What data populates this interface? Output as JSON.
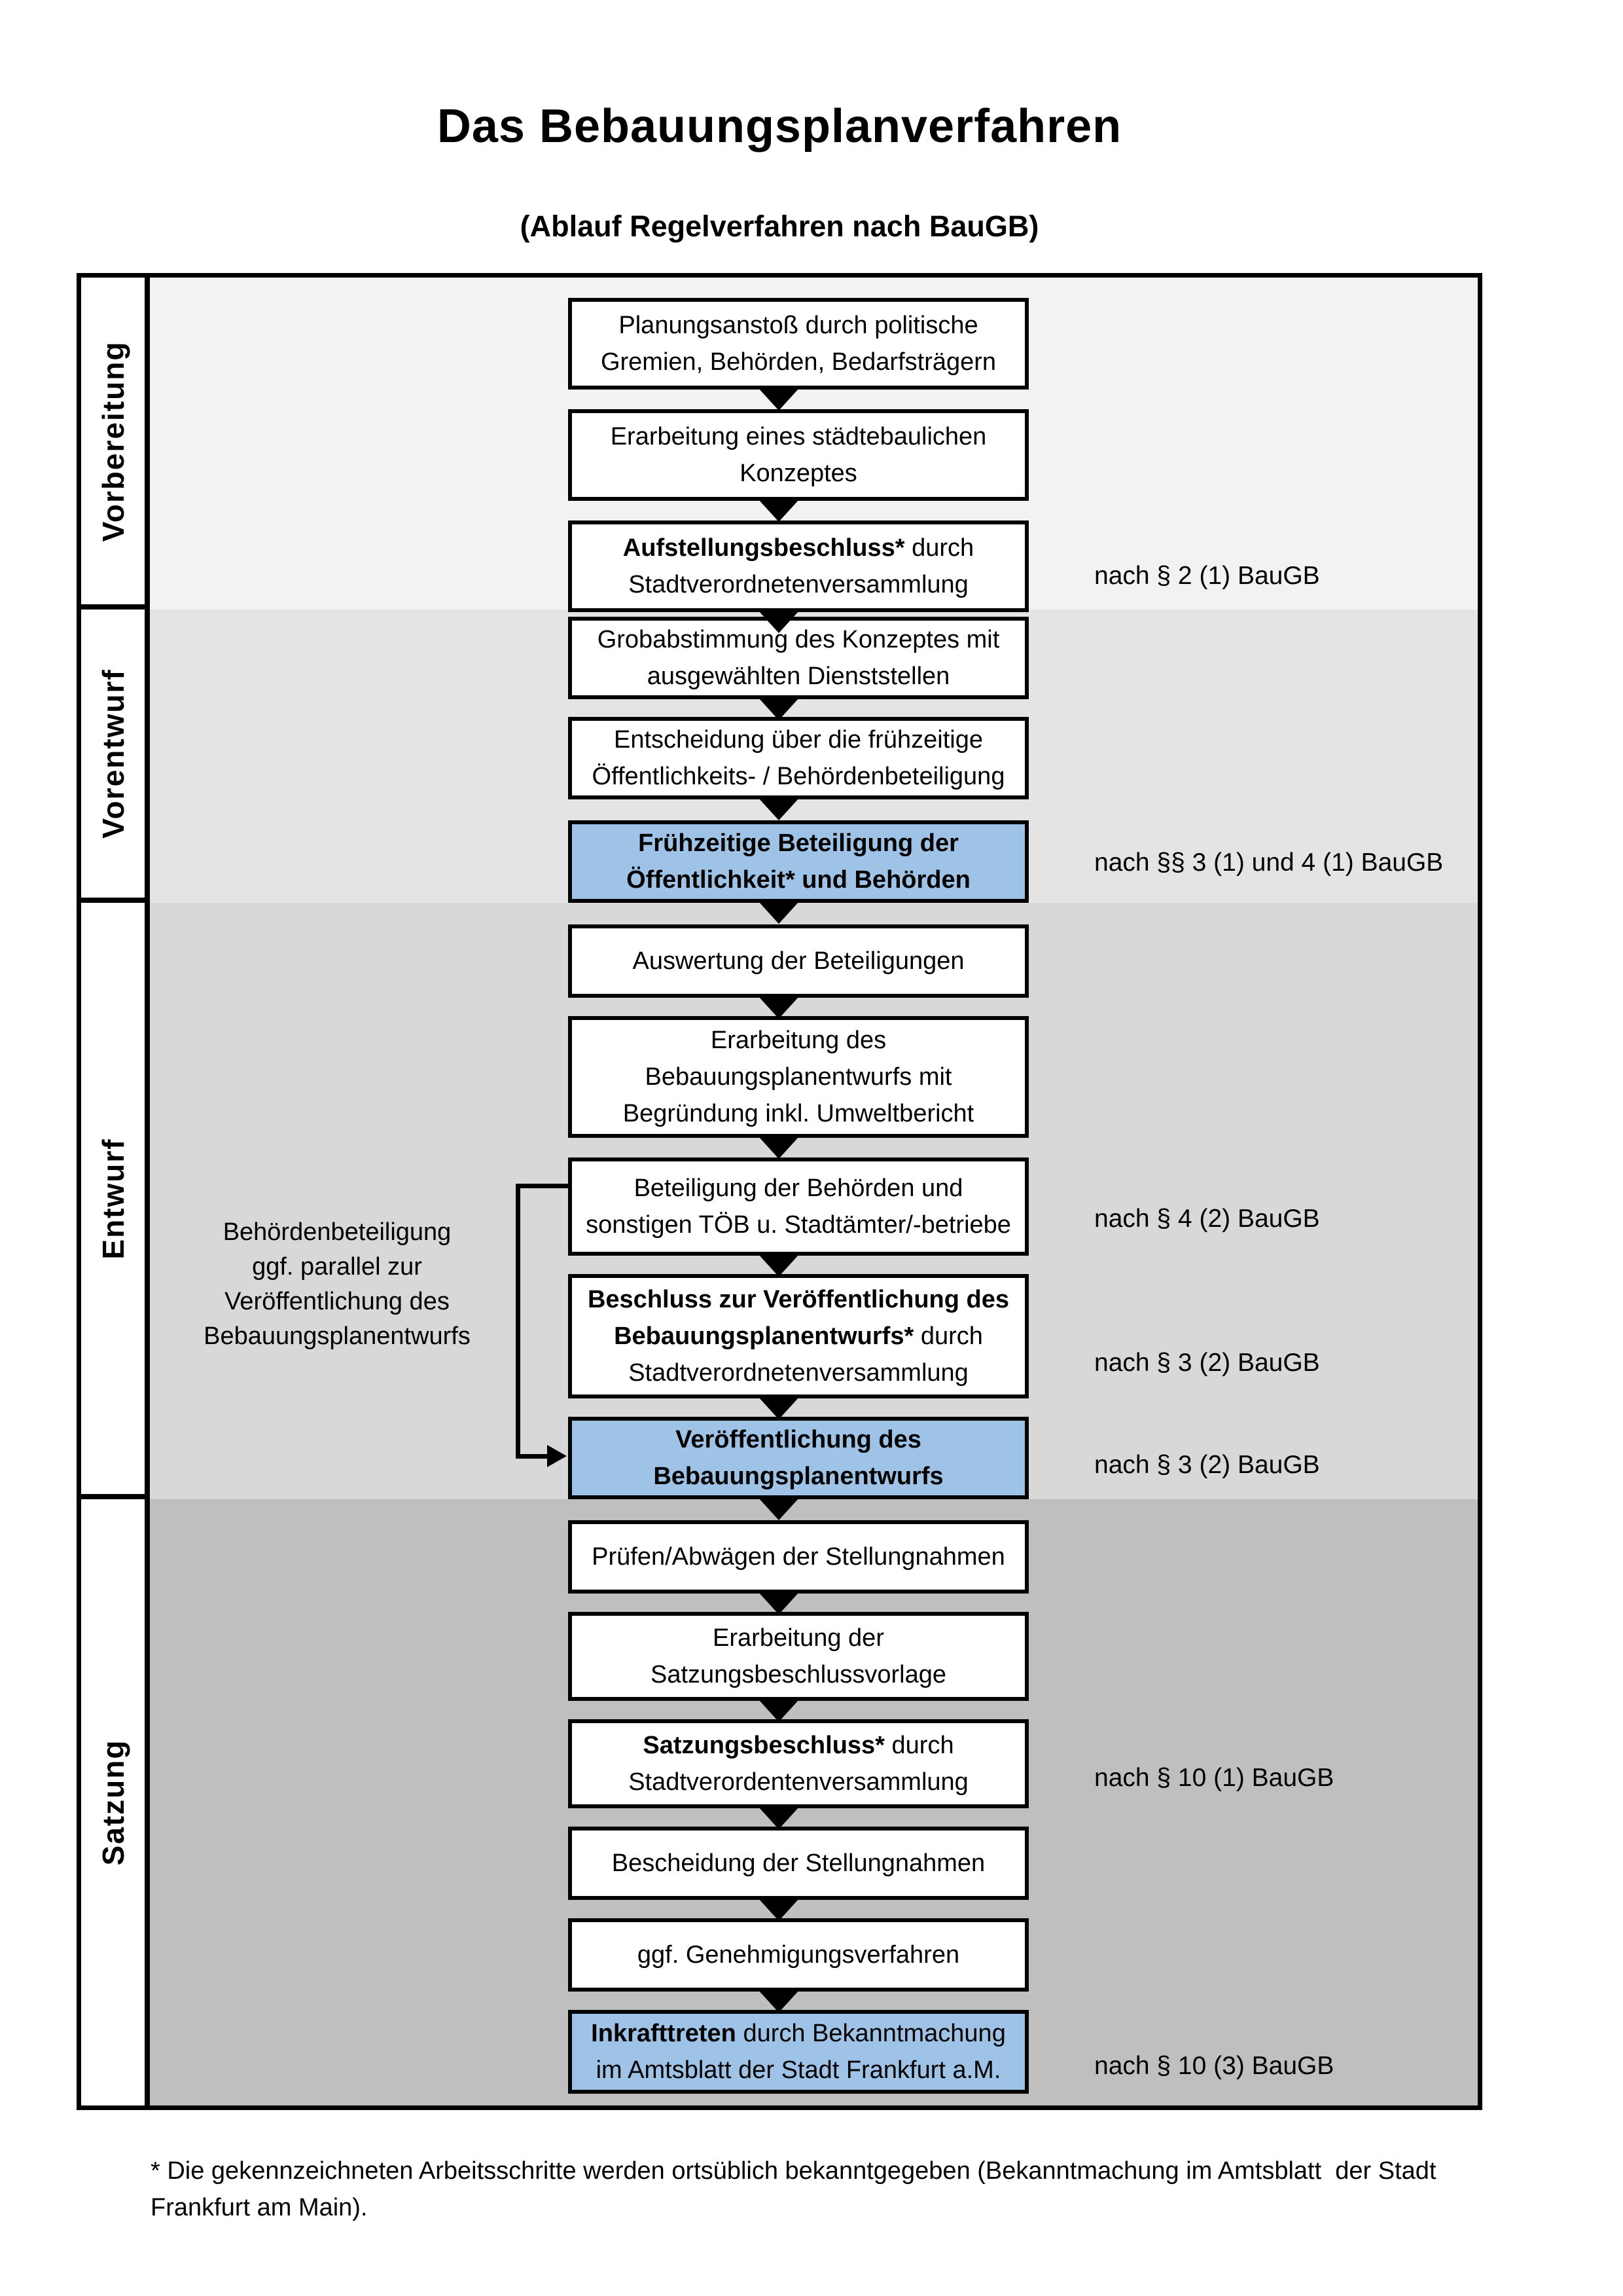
{
  "title": "Das Bebauungsplanverfahren",
  "subtitle": "(Ablauf Regelverfahren nach BauGB)",
  "phases": [
    {
      "label": "Vorbereitung"
    },
    {
      "label": "Vorentwurf"
    },
    {
      "label": "Entwurf"
    },
    {
      "label": "Satzung"
    }
  ],
  "boxes": [
    {
      "lines": [
        [
          {
            "t": "Planungsanstoß durch politische"
          }
        ],
        [
          {
            "t": "Gremien, Behörden, Bedarfsträgern"
          }
        ]
      ]
    },
    {
      "lines": [
        [
          {
            "t": "Erarbeitung eines städtebaulichen"
          }
        ],
        [
          {
            "t": "Konzeptes"
          }
        ]
      ]
    },
    {
      "lines": [
        [
          {
            "t": "Aufstellungsbeschluss*",
            "b": true
          },
          {
            "t": " durch"
          }
        ],
        [
          {
            "t": "Stadtverordnetenversammlung"
          }
        ]
      ],
      "note": "nach § 2 (1) BauGB"
    },
    {
      "lines": [
        [
          {
            "t": "Grobabstimmung des Konzeptes mit"
          }
        ],
        [
          {
            "t": "ausgewählten Dienststellen"
          }
        ]
      ]
    },
    {
      "lines": [
        [
          {
            "t": "Entscheidung über die frühzeitige"
          }
        ],
        [
          {
            "t": "Öffentlichkeits- / Behördenbeteiligung"
          }
        ]
      ]
    },
    {
      "highlight": true,
      "lines": [
        [
          {
            "t": "Frühzeitige Beteiligung der",
            "b": true
          }
        ],
        [
          {
            "t": "Öffentlichkeit* und Behörden",
            "b": true
          }
        ]
      ],
      "note": "nach §§ 3 (1) und 4 (1) BauGB"
    },
    {
      "lines": [
        [
          {
            "t": "Auswertung der Beteiligungen"
          }
        ]
      ]
    },
    {
      "lines": [
        [
          {
            "t": "Erarbeitung des"
          }
        ],
        [
          {
            "t": "Bebauungsplanentwurfs mit"
          }
        ],
        [
          {
            "t": "Begründung inkl. Umweltbericht"
          }
        ]
      ]
    },
    {
      "lines": [
        [
          {
            "t": "Beteiligung der Behörden und"
          }
        ],
        [
          {
            "t": "sonstigen TÖB u. Stadtämter/-betriebe"
          }
        ]
      ],
      "note": "nach § 4 (2) BauGB"
    },
    {
      "lines": [
        [
          {
            "t": "Beschluss zur Veröffentlichung des",
            "b": true
          }
        ],
        [
          {
            "t": "Bebauungsplanentwurfs*",
            "b": true
          },
          {
            "t": " durch"
          }
        ],
        [
          {
            "t": "Stadtverordnetenversammlung"
          }
        ]
      ],
      "note": "nach § 3 (2) BauGB"
    },
    {
      "highlight": true,
      "lines": [
        [
          {
            "t": "Veröffentlichung des",
            "b": true
          }
        ],
        [
          {
            "t": "Bebauungsplanentwurfs",
            "b": true
          }
        ]
      ],
      "note": "nach § 3 (2) BauGB"
    },
    {
      "lines": [
        [
          {
            "t": "Prüfen/Abwägen der Stellungnahmen"
          }
        ]
      ]
    },
    {
      "lines": [
        [
          {
            "t": "Erarbeitung der"
          }
        ],
        [
          {
            "t": "Satzungsbeschlussvorlage"
          }
        ]
      ]
    },
    {
      "lines": [
        [
          {
            "t": "Satzungsbeschluss*",
            "b": true
          },
          {
            "t": " durch"
          }
        ],
        [
          {
            "t": "Stadtverordentenversammlung"
          }
        ]
      ],
      "note": "nach § 10 (1) BauGB"
    },
    {
      "lines": [
        [
          {
            "t": "Bescheidung der Stellungnahmen"
          }
        ]
      ]
    },
    {
      "lines": [
        [
          {
            "t": "ggf. Genehmigungsverfahren"
          }
        ]
      ]
    },
    {
      "highlight": true,
      "lines": [
        [
          {
            "t": "Inkrafttreten",
            "b": true
          },
          {
            "t": " durch Bekanntmachung"
          }
        ],
        [
          {
            "t": "im Amtsblatt der Stadt Frankfurt a.M."
          }
        ]
      ],
      "note": "nach § 10 (3) BauGB"
    }
  ],
  "side_annotation": {
    "lines": [
      "Behördenbeteiligung",
      "ggf. parallel zur",
      "Veröffentlichung des",
      "Bebauungsplanentwurfs"
    ]
  },
  "footnote": "* Die gekennzeichneten Arbeitsschritte werden ortsüblich bekanntgegeben (Bekanntmachung im Amtsblatt  der Stadt Frankfurt am Main).",
  "colors": {
    "highlight_fill": "#9EC3E7",
    "band_vorbereitung": "#F2F2F2",
    "band_vorentwurf": "#E4E4E4",
    "band_entwurf": "#D8D8D8",
    "band_satzung": "#BFBFBF",
    "line_color": "#000000"
  }
}
